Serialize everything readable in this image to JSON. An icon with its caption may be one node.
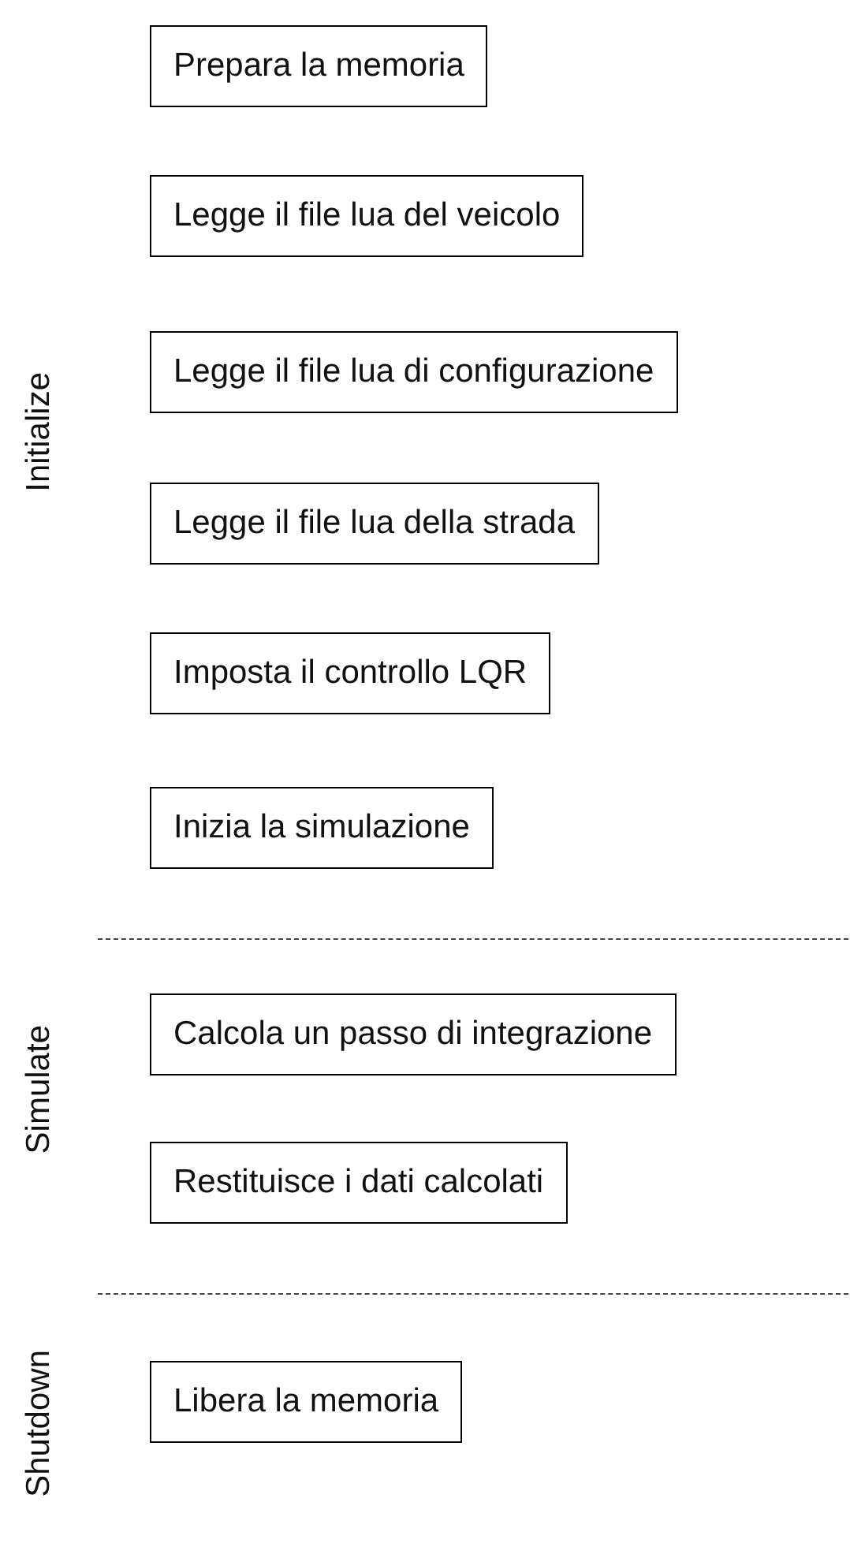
{
  "diagram": {
    "nodes": [
      {
        "text": [
          "Prepara la memoria"
        ]
      },
      {
        "text": [
          "Legge il file lua del veicolo"
        ]
      },
      {
        "text": [
          "Legge il file lua di configurazione"
        ]
      },
      {
        "text": [
          "Legge il file lua della strada"
        ]
      },
      {
        "text": [
          "Imposta il controllo LQR"
        ]
      },
      {
        "text": [
          "Inizia la simulazione"
        ]
      },
      {
        "text": [
          "Calcola un passo di integrazione"
        ]
      },
      {
        "text": [
          "Restituisce i dati calcolati"
        ]
      },
      {
        "text": [
          "Libera la memoria"
        ]
      }
    ],
    "labels": [
      "Initialize",
      "Simulate",
      "Shutdown"
    ]
  }
}
